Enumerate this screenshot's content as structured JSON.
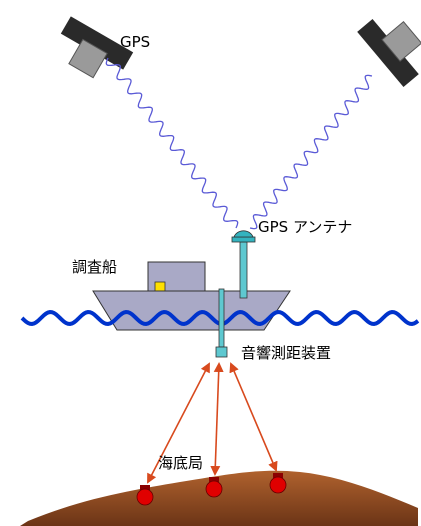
{
  "labels": {
    "gps": "GPS",
    "gps_antenna": "GPS アンテナ",
    "survey_ship": "調査船",
    "acoustic_ranging": "音響測距装置",
    "seafloor_station": "海底局"
  },
  "colors": {
    "sea_wave": "#0033cc",
    "hull": "#a9a9c6",
    "cabin": "#a9a9c6",
    "cabin_window": "#ffe000",
    "antenna_dome": "#33b3bf",
    "pole": "#5ec8d0",
    "transducer": "#5ec8d0",
    "signal_wave": "#5a5ad6",
    "acoustic_arrow": "#d84a1e",
    "seafloor_station": "#e00000",
    "seafloor": "#a0522d",
    "satellite_body": "#9a9a9a",
    "satellite_panel": "#2a2a2a"
  },
  "icons": {
    "satellite": "gps-satellite-icon",
    "antenna": "gps-antenna-icon",
    "ship": "survey-ship-icon",
    "transponder": "seafloor-transponder-icon"
  }
}
